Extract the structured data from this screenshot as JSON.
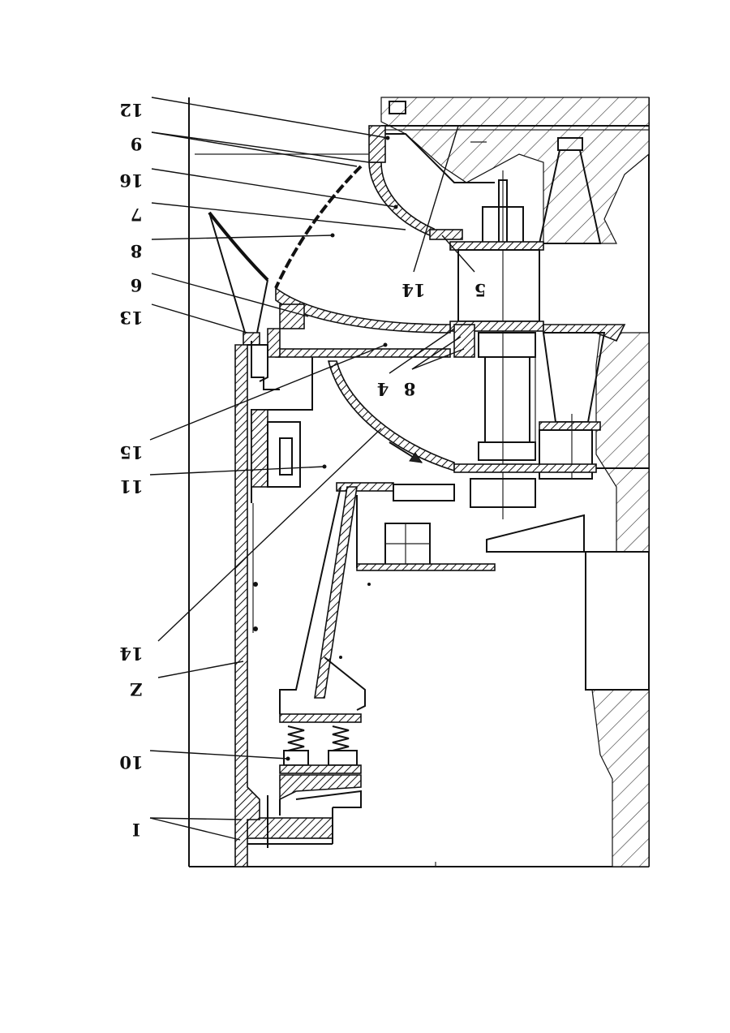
{
  "labels": [
    {
      "id": "l1",
      "text": "I"
    },
    {
      "id": "l2",
      "text": "Z"
    },
    {
      "id": "l3",
      "text": "10"
    },
    {
      "id": "l4",
      "text": "14"
    },
    {
      "id": "l5",
      "text": "11"
    },
    {
      "id": "l6",
      "text": "15"
    },
    {
      "id": "l7",
      "text": "13"
    },
    {
      "id": "l8",
      "text": "6"
    },
    {
      "id": "l9",
      "text": "8"
    },
    {
      "id": "l10",
      "text": "7"
    },
    {
      "id": "l11",
      "text": "16"
    },
    {
      "id": "l12",
      "text": "9"
    },
    {
      "id": "l13",
      "text": "12"
    },
    {
      "id": "l14",
      "text": "14"
    },
    {
      "id": "l15",
      "text": "5"
    },
    {
      "id": "l16",
      "text": "4"
    },
    {
      "id": "l17",
      "text": "8"
    }
  ]
}
